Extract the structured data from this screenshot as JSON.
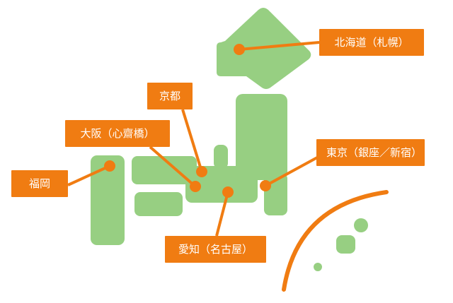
{
  "colors": {
    "land": "#97cf82",
    "accent": "#f07c12",
    "label_text": "#ffffff"
  },
  "labels": {
    "hokkaido": "北海道（札幌）",
    "kyoto": "京都",
    "osaka": "大阪（心齋橋）",
    "fukuoka": "福岡",
    "tokyo": "東京（銀座／新宿）",
    "aichi": "愛知（名古屋）"
  }
}
